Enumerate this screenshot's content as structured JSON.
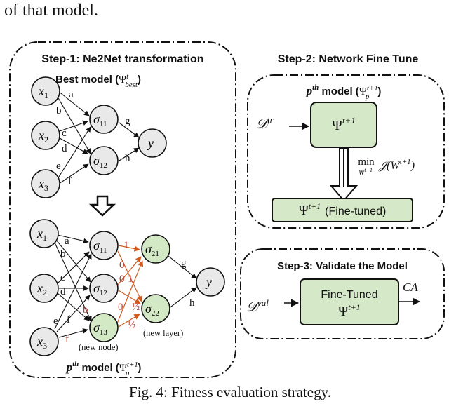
{
  "caption_top": "of that model.",
  "step1": {
    "title": "Step-1: Ne2Net transformation",
    "best_model_prefix": "Best model (",
    "best_model_sym": "Ψ",
    "best_model_sup": "t",
    "best_model_sub": "best",
    "best_model_suffix": ")",
    "pth_model_base": "p",
    "pth_model_sup": "th",
    "pth_model_text": " model (",
    "pth_model_sym": "Ψ",
    "pth_model_sup2": "t+1",
    "pth_model_sub2": "p",
    "pth_model_suffix": ")",
    "new_node": "(new node)",
    "new_layer": "(new layer)",
    "edge_labels_top": [
      "a",
      "b",
      "c",
      "d",
      "e",
      "f",
      "g",
      "h"
    ],
    "edge_labels_bottom": [
      "a",
      "b",
      "c",
      "d",
      "e",
      "f",
      "g",
      "h"
    ],
    "orange_labels": [
      "1",
      "0",
      "0",
      "1",
      "0",
      "½",
      "b",
      "f",
      "½"
    ],
    "nodes": {
      "x1": "x",
      "x1_sub": "1",
      "x2": "x",
      "x2_sub": "2",
      "x3": "x",
      "x3_sub": "3",
      "s11": "σ",
      "s11_sub": "11",
      "s12": "σ",
      "s12_sub": "12",
      "s13": "σ",
      "s13_sub": "13",
      "s21": "σ",
      "s21_sub": "21",
      "s22": "σ",
      "s22_sub": "22",
      "y": "y"
    }
  },
  "step2": {
    "title": "Step-2: Network Fine Tune",
    "model_base": "p",
    "model_sup": "th",
    "model_text": " model (",
    "model_sym": "Ψ",
    "model_sup2": "t+1",
    "model_sub2": "p",
    "model_suffix": ")",
    "input": "𝒟",
    "input_sup": "tr",
    "box_sym": "Ψ",
    "box_sup": "t+1",
    "min_label": "min",
    "min_sub": "W",
    "min_sub_sup": "t+1",
    "objective": "𝒥(W",
    "objective_sup": "t+1",
    "objective_end": ")",
    "finetuned_sym": "Ψ",
    "finetuned_sup": "t+1",
    "finetuned_text": "(Fine-tuned)"
  },
  "step3": {
    "title": "Step-3: Validate the Model",
    "input": "𝒟",
    "input_sup": "val",
    "box_line1": "Fine-Tuned",
    "box_sym": "Ψ",
    "box_sup": "t+1",
    "output": "CA"
  },
  "caption": "Fig. 4: Fitness evaluation strategy.",
  "colors": {
    "accent_orange": "#d35a1c",
    "new_node_fill": "#d3e8c4",
    "box_fill": "#d5e8c8",
    "node_fill": "#e9e9e9"
  }
}
